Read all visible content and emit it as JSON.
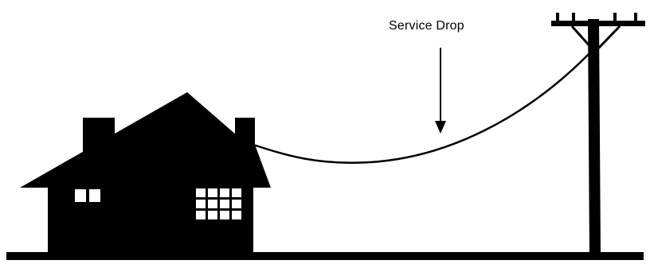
{
  "diagram": {
    "label": "Service Drop",
    "colors": {
      "ink": "#000000",
      "background": "#ffffff"
    },
    "elements": [
      "house-silhouette",
      "service-drop-wire",
      "utility-pole",
      "ground-line",
      "arrow"
    ]
  }
}
